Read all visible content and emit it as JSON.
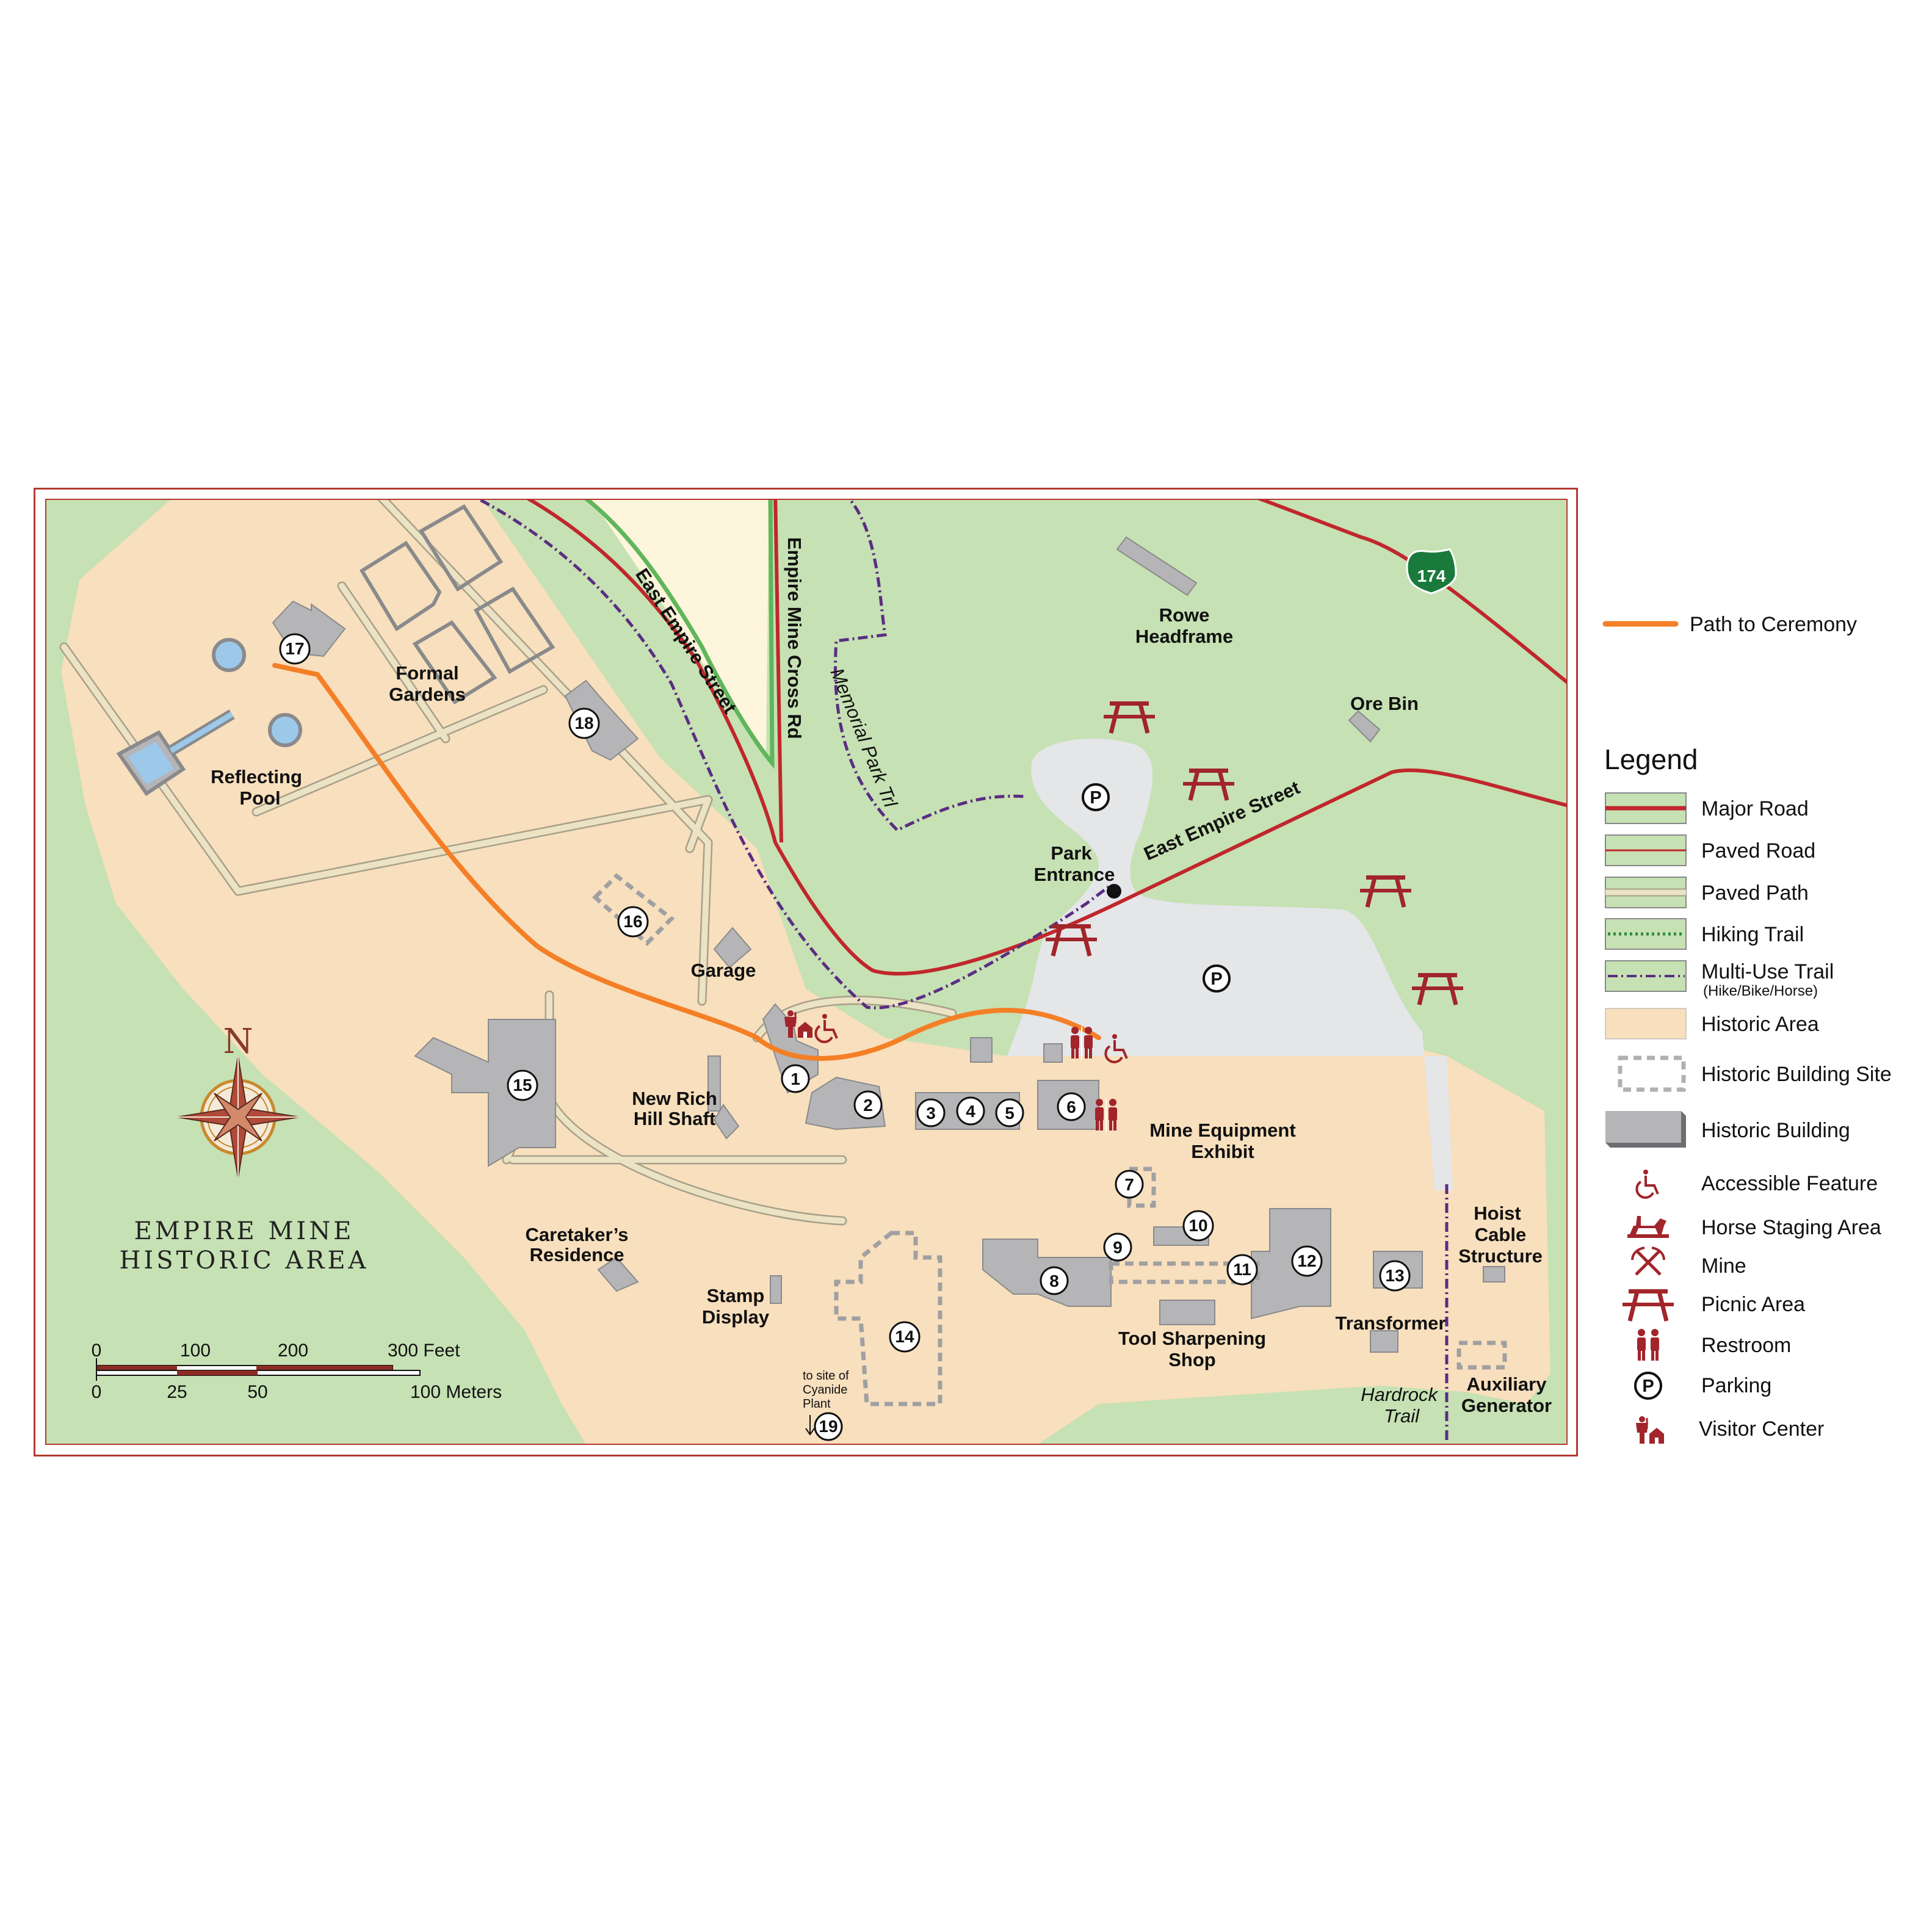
{
  "map": {
    "title_line1": "EMPIRE MINE",
    "title_line2": "HISTORIC AREA",
    "north": "N",
    "highway_shield": "174",
    "roads": {
      "east_empire_street_upper": "East Empire Street",
      "empire_mine_cross_rd": "Empire Mine Cross Rd",
      "memorial_park_trl": "Memorial Park Trl",
      "east_empire_street_lower": "East Empire Street",
      "hardrock_trail_line1": "Hardrock",
      "hardrock_trail_line2": "Trail"
    },
    "places": {
      "rowe_headframe_l1": "Rowe",
      "rowe_headframe_l2": "Headframe",
      "ore_bin": "Ore Bin",
      "formal_gardens_l1": "Formal",
      "formal_gardens_l2": "Gardens",
      "reflecting_pool_l1": "Reflecting",
      "reflecting_pool_l2": "Pool",
      "park_entrance_l1": "Park",
      "park_entrance_l2": "Entrance",
      "garage": "Garage",
      "new_rich_hill_shaft_l1": "New Rich",
      "new_rich_hill_shaft_l2": "Hill Shaft",
      "mine_equipment_l1": "Mine Equipment",
      "mine_equipment_l2": "Exhibit",
      "caretakers_l1": "Caretaker’s",
      "caretakers_l2": "Residence",
      "stamp_display_l1": "Stamp",
      "stamp_display_l2": "Display",
      "tool_shop_l1": "Tool Sharpening",
      "tool_shop_l2": "Shop",
      "transformer": "Transformer",
      "hoist_l1": "Hoist",
      "hoist_l2": "Cable",
      "hoist_l3": "Structure",
      "aux_gen_l1": "Auxiliary",
      "aux_gen_l2": "Generator",
      "cyanide_l1": "to site of",
      "cyanide_l2": "Cyanide",
      "cyanide_l3": "Plant"
    },
    "building_numbers": [
      "1",
      "2",
      "3",
      "4",
      "5",
      "6",
      "7",
      "8",
      "9",
      "10",
      "11",
      "12",
      "13",
      "14",
      "15",
      "16",
      "17",
      "18",
      "19"
    ],
    "parking_symbol": "P",
    "scale": {
      "feet": [
        "0",
        "100",
        "200",
        "300 Feet"
      ],
      "meters": [
        "0",
        "25",
        "50",
        "100 Meters"
      ]
    }
  },
  "path_to_ceremony": {
    "label": "Path to Ceremony",
    "color": "#f47f26"
  },
  "legend": {
    "title": "Legend",
    "items": [
      {
        "key": "major_road",
        "label": "Major Road"
      },
      {
        "key": "paved_road",
        "label": "Paved Road"
      },
      {
        "key": "paved_path",
        "label": "Paved Path"
      },
      {
        "key": "hiking_trail",
        "label": "Hiking Trail"
      },
      {
        "key": "multi_use_trail",
        "label": "Multi-Use Trail",
        "sublabel": "(Hike/Bike/Horse)"
      },
      {
        "key": "historic_area",
        "label": "Historic Area"
      },
      {
        "key": "historic_building_site",
        "label": "Historic Building Site"
      },
      {
        "key": "historic_building",
        "label": "Historic Building"
      },
      {
        "key": "accessible_feature",
        "label": "Accessible Feature"
      },
      {
        "key": "horse_staging_area",
        "label": "Horse Staging Area"
      },
      {
        "key": "mine",
        "label": "Mine"
      },
      {
        "key": "picnic_area",
        "label": "Picnic Area"
      },
      {
        "key": "restroom",
        "label": "Restroom"
      },
      {
        "key": "parking",
        "label": "Parking"
      },
      {
        "key": "visitor_center",
        "label": "Visitor Center"
      }
    ]
  },
  "colors": {
    "green": "#c6e1b3",
    "historic": "#f8dfbd",
    "parking_area": "#e4e6e8",
    "major_road": "#c0272d",
    "paved_path": "#ece2c4",
    "multi_use_trail": "#5a2d82",
    "hiking_trail": "#2d8a3e",
    "building": "#b5b5b8",
    "building_edge": "#6d6e71",
    "icon_red": "#a1252b",
    "highway_green": "#1a7a3c"
  }
}
